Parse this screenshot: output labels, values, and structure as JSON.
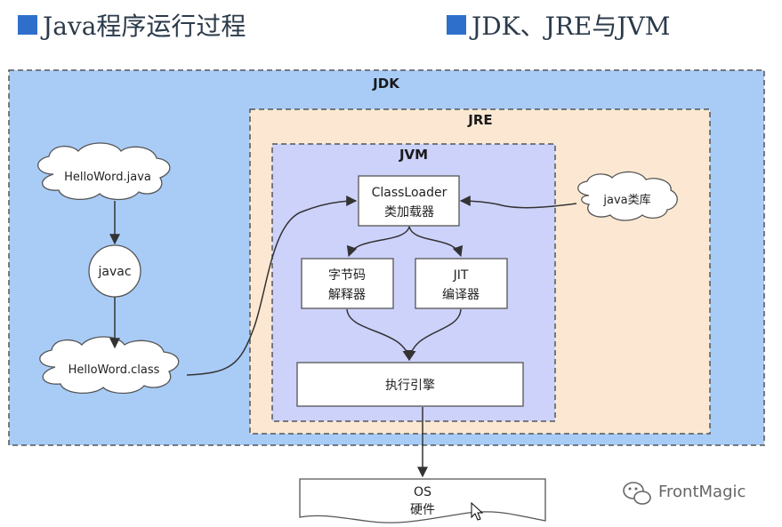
{
  "headings": {
    "left": "Java程序运行过程",
    "right": "JDK、JRE与JVM",
    "marker_color": "#2f6fcc"
  },
  "containers": {
    "jdk": "JDK",
    "jre": "JRE",
    "jvm": "JVM"
  },
  "nodes": {
    "hello_java": "HelloWord.java",
    "javac": "javac",
    "hello_class": "HelloWord.class",
    "classloader_line1": "ClassLoader",
    "classloader_line2": "类加载器",
    "java_lib": "java类库",
    "bytecode_line1": "字节码",
    "bytecode_line2": "解释器",
    "jit_line1": "JIT",
    "jit_line2": "编译器",
    "engine": "执行引擎",
    "os_line1": "OS",
    "os_line2": "硬件"
  },
  "watermark": {
    "icon": "wechat-icon",
    "text": "FrontMagic"
  },
  "colors": {
    "jdk_fill": "#a9ccf7",
    "jre_fill": "#fce8d2",
    "jvm_fill": "#cdd2fb",
    "border": "#555555"
  }
}
